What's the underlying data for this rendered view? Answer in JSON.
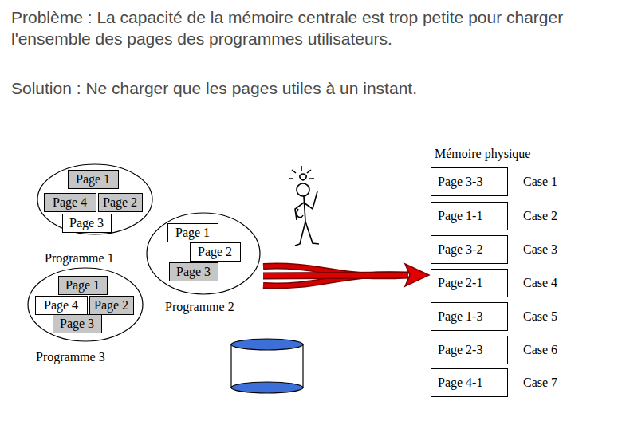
{
  "diagram": {
    "nodes": [
      {
        "text": [
          "Programme 1"
        ]
      },
      {
        "text": [
          "Page 1"
        ],
        "in": 0
      },
      {
        "text": [
          "Page 4"
        ],
        "in": 0
      },
      {
        "text": [
          "Page 2"
        ],
        "in": 0
      },
      {
        "text": [
          "Page 3"
        ],
        "in": 0
      },
      {
        "text": [
          "Programme 2"
        ]
      },
      {
        "text": [
          "Page 1"
        ],
        "in": 5
      },
      {
        "text": [
          "Page 2"
        ],
        "in": 5
      },
      {
        "text": [
          "Page 3"
        ],
        "in": 5
      },
      {
        "text": [
          "Programme 3"
        ]
      },
      {
        "text": [
          "Page 1"
        ],
        "in": 9
      },
      {
        "text": [
          "Page 4"
        ],
        "in": 9
      },
      {
        "text": [
          "Page 2"
        ],
        "in": 9
      },
      {
        "text": [
          "Page 3"
        ],
        "in": 9
      },
      {
        "text": [
          "Page 3-3",
          "Case 1"
        ]
      },
      {
        "text": [
          "Page 1-1",
          "Case 2"
        ]
      },
      {
        "text": [
          "Page 3-2",
          "Case 3"
        ]
      },
      {
        "text": [
          "Page 2-1",
          "Case 4"
        ]
      },
      {
        "text": [
          "Page 1-3",
          "Case 5"
        ]
      },
      {
        "text": [
          "Page 2-3",
          "Case 6"
        ]
      },
      {
        "text": [
          "Page 4-1",
          "Case 7"
        ]
      }
    ],
    "labels": [
      "Problème : La capacité de la mémoire centrale est trop petite pour charger l'ensemble des pages des programmes utilisateurs.",
      "Solution : Ne charger que les pages utiles à un instant.",
      "Mémoire physique"
    ]
  }
}
